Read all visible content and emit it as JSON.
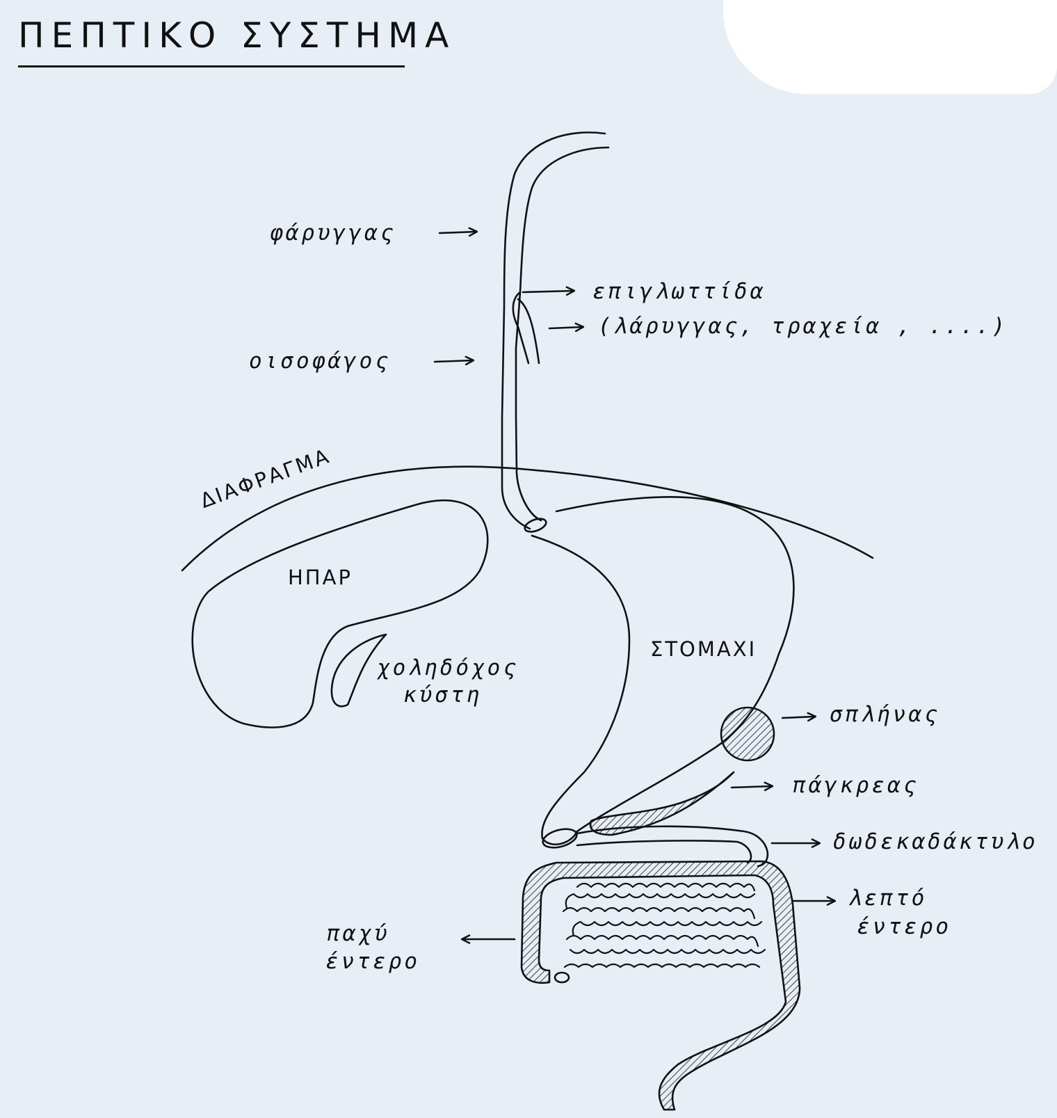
{
  "title": "ΠΕΠΤΙΚΟ ΣΥΣΤΗΜΑ",
  "labels": {
    "pharynx": "φάρυγγας",
    "epiglottis": "επιγλωττίδα",
    "larynx": "(λάρυγγας, τραχεία , ....)",
    "esophagus": "οισοφάγος",
    "diaphragm": "ΔΙΑΦΡΑΓΜΑ",
    "liver": "ΗΠΑΡ",
    "gallbladder_1": "χοληδόχος",
    "gallbladder_2": "κύστη",
    "stomach": "ΣΤΟΜΑΧΙ",
    "spleen": "σπλήνας",
    "pancreas": "πάγκρεας",
    "duodenum": "δωδεκαδάκτυλο",
    "small_intestine_1": "λεπτό",
    "small_intestine_2": "έντερο",
    "large_intestine_1": "παχύ",
    "large_intestine_2": "έντερο"
  }
}
